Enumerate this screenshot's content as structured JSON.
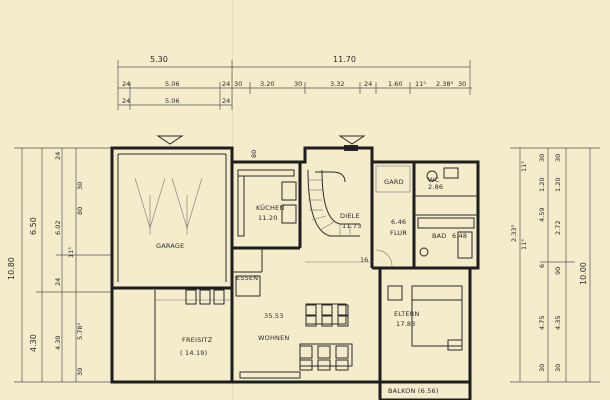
{
  "dimensions": {
    "top_totals": [
      "5.30",
      "11.70"
    ],
    "top_row1": [
      "24",
      "5.06",
      "24",
      "30",
      "3.20",
      "30",
      "3.32",
      "24",
      "1.60",
      "11⁵",
      "2.38⁵",
      "30"
    ],
    "top_row2": [
      "24",
      "5.06",
      "24"
    ],
    "left_totals": [
      "10.80",
      "6.50",
      "4.30"
    ],
    "left_inner": [
      "24",
      "6.02",
      "11⁵",
      "24",
      "5.78⁵",
      "4.30",
      "30"
    ],
    "left_small": [
      "30",
      "80"
    ],
    "right_totals": [
      "10.00"
    ],
    "right_inner": [
      "30",
      "1.20",
      "4.59",
      "2.72",
      "6",
      "4.75",
      "4.35",
      "30",
      "11⁵",
      "2.33⁵",
      "11⁵",
      "30",
      "1.20",
      "90",
      "30"
    ],
    "kitchen_top": "80"
  },
  "rooms": {
    "garage": {
      "name": "GARAGE"
    },
    "kitchen": {
      "name": "KÜCHEN",
      "area": "11.20"
    },
    "diele": {
      "name": "DIELE",
      "area": "11.73"
    },
    "gard": {
      "name": "GARD"
    },
    "wc": {
      "name": "WC",
      "area": "2.86"
    },
    "flur": {
      "name": "FLUR",
      "area": "6.46"
    },
    "bad": {
      "name": "BAD",
      "area": "6.48"
    },
    "essen": {
      "name": "ESSEN"
    },
    "wohnen": {
      "name": "WOHNEN",
      "area": "35.53"
    },
    "freisitz": {
      "name": "FREISITZ",
      "area": "( 14.19)"
    },
    "eltern": {
      "name": "ELTERN",
      "area": "17.83"
    },
    "balkon": {
      "name": "BALKON (6.56)"
    }
  },
  "stairs_note": "16"
}
